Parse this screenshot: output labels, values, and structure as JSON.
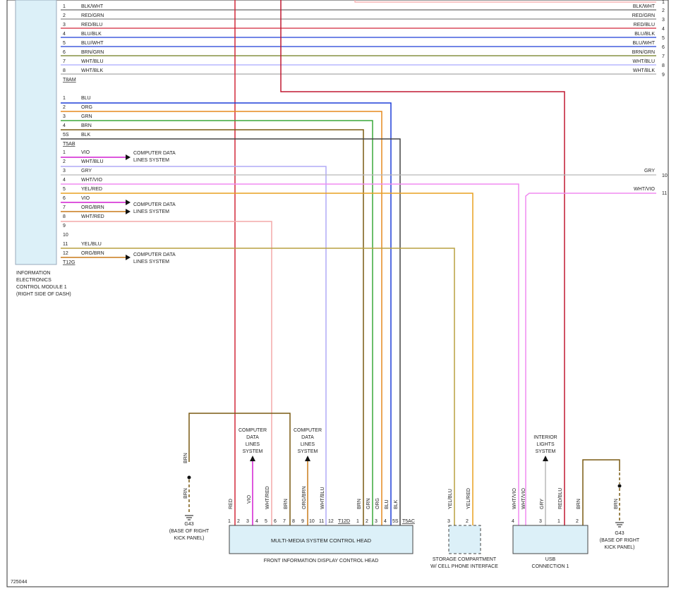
{
  "diagram_id": "725044",
  "module": {
    "lines": [
      "INFORMATION",
      "ELECTRONICS",
      "CONTROL MODULE 1",
      "(RIGHT SIDE OF DASH)"
    ]
  },
  "connectors": {
    "t8am": "T8AM",
    "t5ab": "T5AB",
    "t12g": "T12G",
    "t12d": "T12D",
    "t5ac": "T5AC"
  },
  "group_a": [
    {
      "pin": "1",
      "color": "BLK/WHT",
      "right_pin": "1",
      "stroke": "#5b5b5b"
    },
    {
      "pin": "2",
      "color": "RED/GRN",
      "right_pin": "2",
      "stroke": "#8a8a8a"
    },
    {
      "pin": "3",
      "color": "RED/BLU",
      "right_pin": "3",
      "stroke": "#d2283a"
    },
    {
      "pin": "4",
      "color": "BLU/BLK",
      "right_pin": "4",
      "stroke": "#d2283a"
    },
    {
      "pin": "5",
      "color": "BLU/WHT",
      "right_pin": "5",
      "stroke": "#1f3fd8"
    },
    {
      "pin": "6",
      "color": "BRN/GRN",
      "right_pin": "6",
      "stroke": "#1f3fd8"
    },
    {
      "pin": "7",
      "color": "WHT/BLU",
      "right_pin": "7",
      "stroke": "#6e7b1c"
    },
    {
      "pin": "8",
      "color": "WHT/BLK",
      "right_pin": "8",
      "stroke": "#a9a9ff"
    }
  ],
  "group_a_right_extra": {
    "pin": "9"
  },
  "group_b": [
    {
      "pin": "1",
      "color": "BLU"
    },
    {
      "pin": "2",
      "color": "ORG"
    },
    {
      "pin": "3",
      "color": "GRN"
    },
    {
      "pin": "4",
      "color": "BRN"
    },
    {
      "pin": "5S",
      "color": "BLK"
    }
  ],
  "group_c": [
    {
      "pin": "1",
      "color": "VIO"
    },
    {
      "pin": "2",
      "color": "WHT/BLU"
    },
    {
      "pin": "3",
      "color": "GRY"
    },
    {
      "pin": "4",
      "color": "WHT/VIO"
    },
    {
      "pin": "5",
      "color": "YEL/RED"
    },
    {
      "pin": "6",
      "color": "VIO"
    },
    {
      "pin": "7",
      "color": "ORG/BRN"
    },
    {
      "pin": "8",
      "color": "WHT/RED"
    },
    {
      "pin": "9",
      "color": ""
    },
    {
      "pin": "10",
      "color": ""
    },
    {
      "pin": "11",
      "color": "YEL/BLU"
    },
    {
      "pin": "12",
      "color": "ORG/BRN"
    }
  ],
  "right_edge": [
    {
      "color": "GRY",
      "pin": "10"
    },
    {
      "color": "WHT/VIO",
      "pin": "11"
    }
  ],
  "system_refs": {
    "cdl_line1": "COMPUTER DATA",
    "cdl_line2": "LINES SYSTEM",
    "cdl_stack": [
      "COMPUTER",
      "DATA",
      "LINES",
      "SYSTEM"
    ],
    "ils_stack": [
      "INTERIOR",
      "LIGHTS",
      "SYSTEM"
    ]
  },
  "ground": {
    "name": "G43",
    "loc_line1": "(BASE OF RIGHT",
    "loc_line2": "KICK PANEL)",
    "wire": "BRN"
  },
  "head_unit": {
    "name": "MULTI-MEDIA SYSTEM CONTROL HEAD",
    "sub": "FRONT INFORMATION DISPLAY CONTROL HEAD",
    "t12d_pins": [
      {
        "pin": "1",
        "color": "RED"
      },
      {
        "pin": "2",
        "color": ""
      },
      {
        "pin": "3",
        "color": "VIO"
      },
      {
        "pin": "4",
        "color": ""
      },
      {
        "pin": "5",
        "color": "WHT/RED"
      },
      {
        "pin": "6",
        "color": ""
      },
      {
        "pin": "7",
        "color": "BRN"
      },
      {
        "pin": "8",
        "color": ""
      },
      {
        "pin": "9",
        "color": "ORG/BRN"
      },
      {
        "pin": "10",
        "color": ""
      },
      {
        "pin": "11",
        "color": "WHT/BLU"
      },
      {
        "pin": "12",
        "color": ""
      }
    ],
    "t5ac_pins": [
      {
        "pin": "1",
        "color": "BRN"
      },
      {
        "pin": "2",
        "color": "GRN"
      },
      {
        "pin": "3",
        "color": "ORG"
      },
      {
        "pin": "4",
        "color": "BLU"
      },
      {
        "pin": "5S",
        "color": "BLK"
      }
    ]
  },
  "storage": {
    "line1": "STORAGE COMPARTMENT",
    "line2": "W/ CELL PHONE INTERFACE",
    "pins": [
      {
        "pin": "3",
        "color": "YEL/BLU"
      },
      {
        "pin": "2",
        "color": "YEL/RED"
      }
    ]
  },
  "usb": {
    "line1": "USB",
    "line2": "CONNECTION 1",
    "pins": [
      {
        "pin": "4",
        "color": "WHT/VIO"
      },
      {
        "pin": "3",
        "color": "GRY"
      },
      {
        "pin": "1",
        "color": "RED/BLU"
      },
      {
        "pin": "2",
        "color": "BRN"
      }
    ],
    "extra_wire": "WHT/VIO"
  },
  "colors": {
    "red": "#d2283a",
    "blue": "#1f3fd8",
    "orange": "#e58a1f",
    "green": "#3aa83a",
    "brown": "#7a5a12",
    "black": "#444444",
    "violet": "#d21ed2",
    "wht_blu": "#b0aaf5",
    "gray": "#b9b9b9",
    "wht_vio": "#f08cf0",
    "yellow_red": "#e8a020",
    "yellow_blu": "#b8a040",
    "wht_red": "#f3a8a8",
    "module_fill": "#dcf0f8"
  }
}
